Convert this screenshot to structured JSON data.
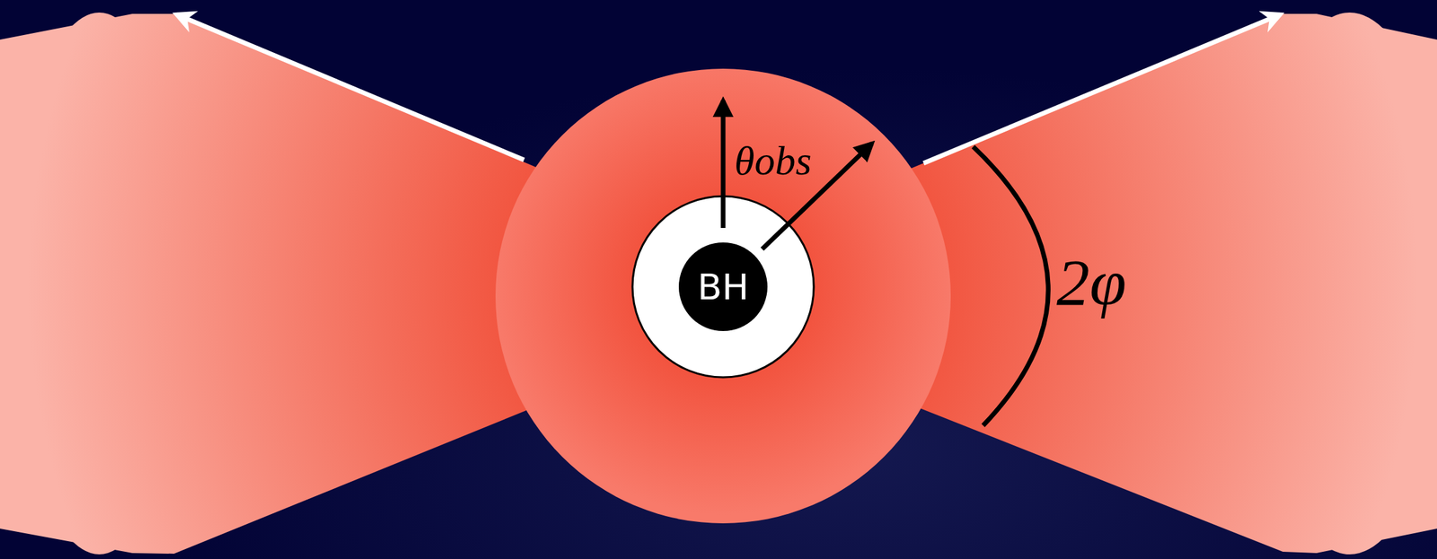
{
  "diagram": {
    "nodes": [
      {
        "text": [
          "BH"
        ]
      }
    ],
    "labels": [
      "θobs",
      "2φ"
    ]
  }
}
